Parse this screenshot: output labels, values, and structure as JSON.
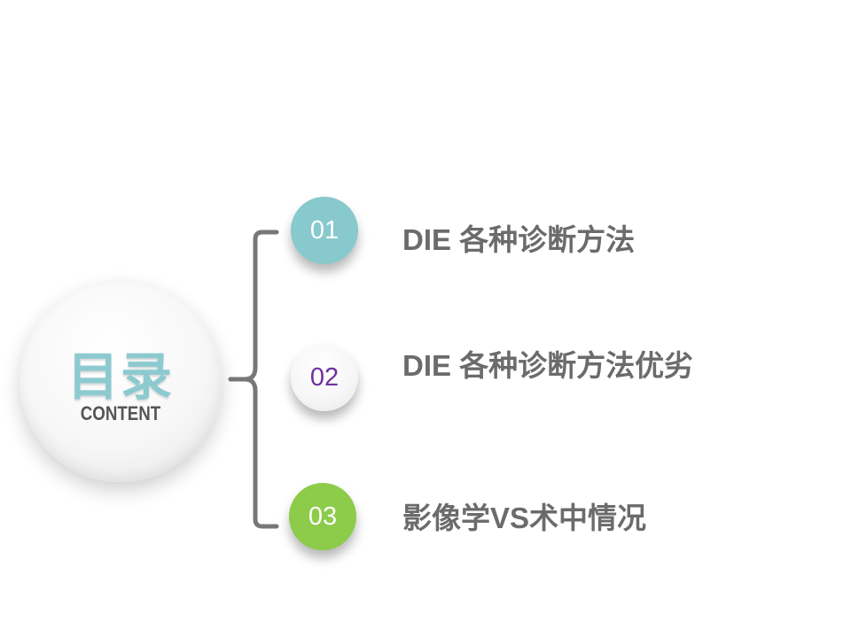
{
  "toc": {
    "title": "目录",
    "subtitle": "CONTENT",
    "items": [
      {
        "number": "01",
        "label": "DIE 各种诊断方法",
        "color": "#88c9cd"
      },
      {
        "number": "02",
        "label": "DIE 各种诊断方法优劣",
        "color": "#7030a0"
      },
      {
        "number": "03",
        "label": "影像学VS术中情况",
        "color": "#8dcb4a"
      }
    ]
  },
  "colors": {
    "title": "#8ccad0",
    "item_text": "#6b6b6b",
    "bracket": "#777777"
  }
}
